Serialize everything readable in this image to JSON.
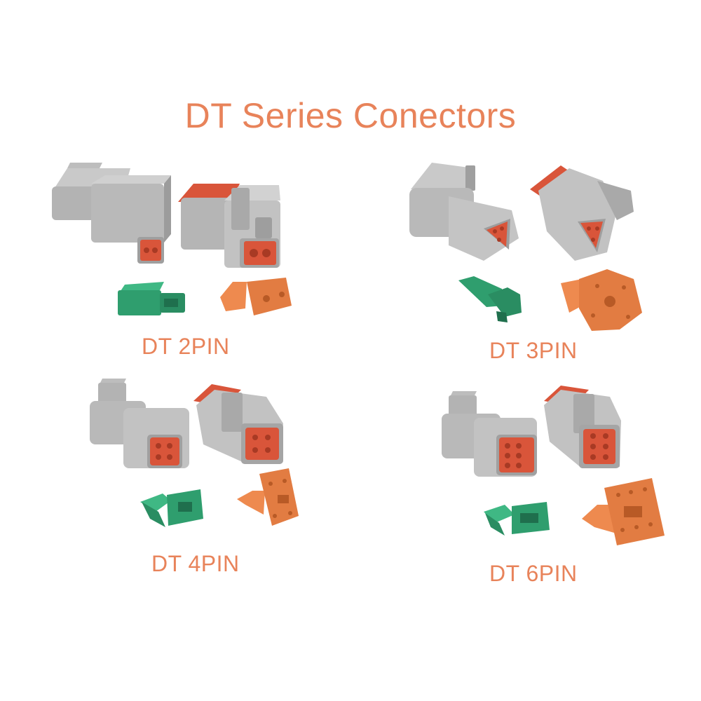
{
  "title": "DT Series Conectors",
  "colors": {
    "title_text": "#e8835a",
    "housing_gray": "#a9a9a9",
    "housing_light": "#c7c7c7",
    "seal_red": "#d9553a",
    "wedge_green": "#2f9e6e",
    "wedge_orange": "#ee8a4f"
  },
  "groups": [
    {
      "label": "DT 2PIN",
      "pins": 2
    },
    {
      "label": "DT 3PIN",
      "pins": 3
    },
    {
      "label": "DT 4PIN",
      "pins": 4
    },
    {
      "label": "DT 6PIN",
      "pins": 6
    }
  ]
}
